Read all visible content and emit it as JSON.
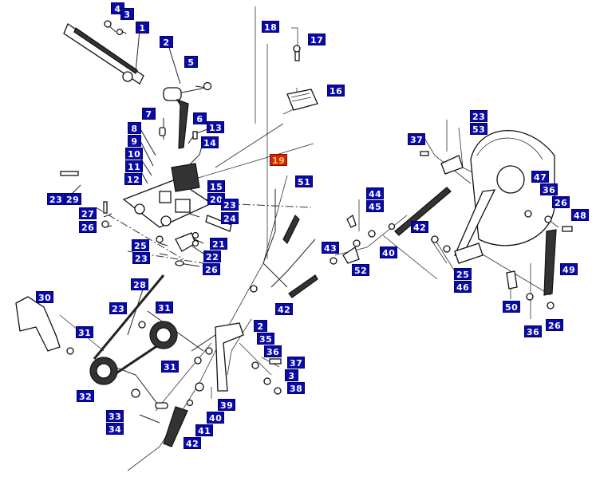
{
  "diagram": {
    "type": "exploded-parts-diagram",
    "colors": {
      "callout_bg": "#0a0aa8",
      "callout_text": "#ffffff",
      "highlight_bg": "#d82010",
      "highlight_text": "#ffd23a"
    },
    "highlighted_part": "19",
    "callouts": [
      {
        "id": "c-4",
        "label": "4"
      },
      {
        "id": "c-3a",
        "label": "3"
      },
      {
        "id": "c-1",
        "label": "1"
      },
      {
        "id": "c-2a",
        "label": "2"
      },
      {
        "id": "c-5",
        "label": "5"
      },
      {
        "id": "c-7",
        "label": "7"
      },
      {
        "id": "c-6",
        "label": "6"
      },
      {
        "id": "c-13",
        "label": "13"
      },
      {
        "id": "c-14",
        "label": "14"
      },
      {
        "id": "c-8",
        "label": "8"
      },
      {
        "id": "c-9",
        "label": "9"
      },
      {
        "id": "c-10",
        "label": "10"
      },
      {
        "id": "c-11",
        "label": "11"
      },
      {
        "id": "c-12",
        "label": "12"
      },
      {
        "id": "c-15",
        "label": "15"
      },
      {
        "id": "c-20",
        "label": "20"
      },
      {
        "id": "c-23a",
        "label": "23"
      },
      {
        "id": "c-24",
        "label": "24"
      },
      {
        "id": "c-23b",
        "label": "23"
      },
      {
        "id": "c-29",
        "label": "29"
      },
      {
        "id": "c-27",
        "label": "27"
      },
      {
        "id": "c-26a",
        "label": "26"
      },
      {
        "id": "c-25a",
        "label": "25"
      },
      {
        "id": "c-23c",
        "label": "23"
      },
      {
        "id": "c-21",
        "label": "21"
      },
      {
        "id": "c-22",
        "label": "22"
      },
      {
        "id": "c-26b",
        "label": "26"
      },
      {
        "id": "c-18",
        "label": "18"
      },
      {
        "id": "c-17",
        "label": "17"
      },
      {
        "id": "c-16",
        "label": "16"
      },
      {
        "id": "c-19",
        "label": "19"
      },
      {
        "id": "c-51",
        "label": "51"
      },
      {
        "id": "c-44",
        "label": "44"
      },
      {
        "id": "c-45",
        "label": "45"
      },
      {
        "id": "c-42a",
        "label": "42"
      },
      {
        "id": "c-43",
        "label": "43"
      },
      {
        "id": "c-40a",
        "label": "40"
      },
      {
        "id": "c-52",
        "label": "52"
      },
      {
        "id": "c-42b",
        "label": "42"
      },
      {
        "id": "c-23d",
        "label": "23"
      },
      {
        "id": "c-53",
        "label": "53"
      },
      {
        "id": "c-37a",
        "label": "37"
      },
      {
        "id": "c-47",
        "label": "47"
      },
      {
        "id": "c-36a",
        "label": "36"
      },
      {
        "id": "c-26c",
        "label": "26"
      },
      {
        "id": "c-48",
        "label": "48"
      },
      {
        "id": "c-25b",
        "label": "25"
      },
      {
        "id": "c-46",
        "label": "46"
      },
      {
        "id": "c-49",
        "label": "49"
      },
      {
        "id": "c-50",
        "label": "50"
      },
      {
        "id": "c-36b",
        "label": "36"
      },
      {
        "id": "c-26d",
        "label": "26"
      },
      {
        "id": "c-28",
        "label": "28"
      },
      {
        "id": "c-30",
        "label": "30"
      },
      {
        "id": "c-23e",
        "label": "23"
      },
      {
        "id": "c-31a",
        "label": "31"
      },
      {
        "id": "c-31b",
        "label": "31"
      },
      {
        "id": "c-31c",
        "label": "31"
      },
      {
        "id": "c-32",
        "label": "32"
      },
      {
        "id": "c-33",
        "label": "33"
      },
      {
        "id": "c-34",
        "label": "34"
      },
      {
        "id": "c-2b",
        "label": "2"
      },
      {
        "id": "c-35",
        "label": "35"
      },
      {
        "id": "c-36c",
        "label": "36"
      },
      {
        "id": "c-37b",
        "label": "37"
      },
      {
        "id": "c-3b",
        "label": "3"
      },
      {
        "id": "c-38",
        "label": "38"
      },
      {
        "id": "c-39",
        "label": "39"
      },
      {
        "id": "c-40b",
        "label": "40"
      },
      {
        "id": "c-41",
        "label": "41"
      },
      {
        "id": "c-42c",
        "label": "42"
      }
    ]
  }
}
